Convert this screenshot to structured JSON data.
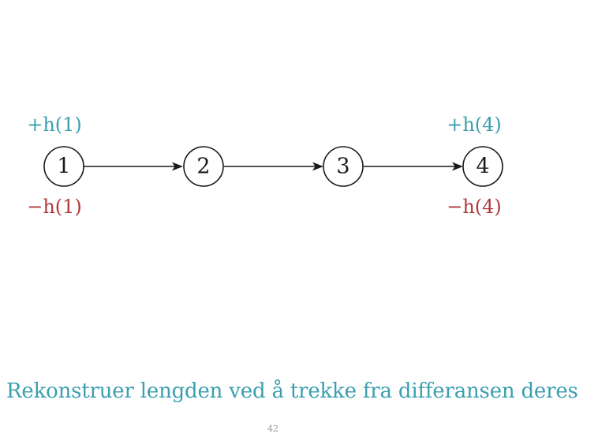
{
  "diagram": {
    "nodes": [
      {
        "id": "1",
        "label": "1"
      },
      {
        "id": "2",
        "label": "2"
      },
      {
        "id": "3",
        "label": "3"
      },
      {
        "id": "4",
        "label": "4"
      }
    ],
    "edges": [
      {
        "from": "1",
        "to": "2"
      },
      {
        "from": "2",
        "to": "3"
      },
      {
        "from": "3",
        "to": "4"
      }
    ],
    "annotations": {
      "node1_above": "+h(1)",
      "node1_below": "−h(1)",
      "node4_above": "+h(4)",
      "node4_below": "−h(4)"
    },
    "colors": {
      "plus": "#3a9fb0",
      "minus": "#b03a3a",
      "stroke": "#1a1a1a"
    }
  },
  "caption": "Rekonstruer lengden ved å trekke fra differansen deres",
  "page_number": "42"
}
